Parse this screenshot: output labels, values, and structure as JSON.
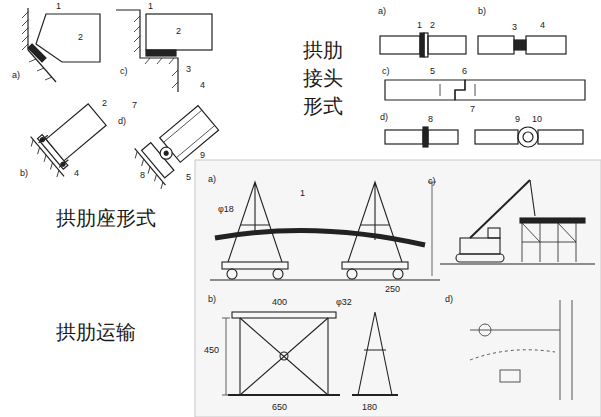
{
  "diagram": {
    "labels": [
      "拱肋 接头 形式",
      "拱肋座形式",
      "拱肋运输",
      "a)",
      "1",
      "2",
      "c)",
      "1",
      "2",
      "3",
      "4",
      "b)",
      "2",
      "4",
      "d)",
      "7",
      "8",
      "9",
      "5",
      "a)",
      "1",
      "2",
      "b)",
      "3",
      "4",
      "c)",
      "5",
      "6",
      "7",
      "d)",
      "8",
      "9",
      "10",
      "a)",
      "φ18",
      "1",
      "250",
      "c)",
      "b)",
      "400",
      "φ32",
      "450",
      "650",
      "180",
      "d)"
    ]
  }
}
